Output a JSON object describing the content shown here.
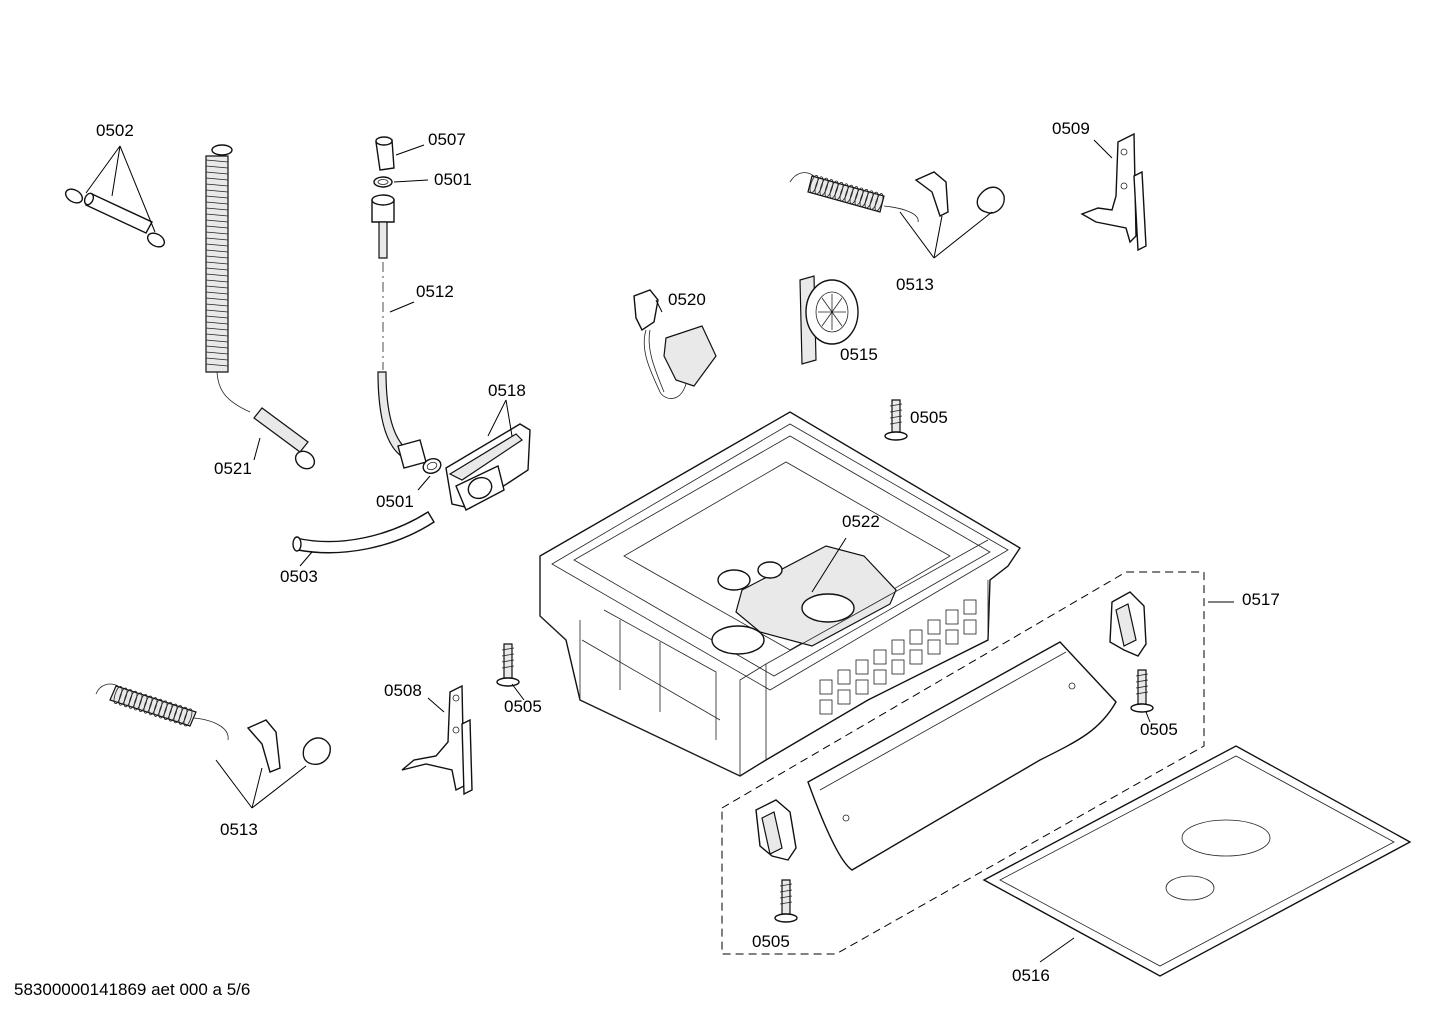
{
  "diagram": {
    "parts": {
      "p0502": "0502",
      "p0507": "0507",
      "p0501a": "0501",
      "p0512": "0512",
      "p0509": "0509",
      "p0513a": "0513",
      "p0520": "0520",
      "p0515": "0515",
      "p0518": "0518",
      "p0521": "0521",
      "p0501b": "0501",
      "p0505a": "0505",
      "p0522": "0522",
      "p0503": "0503",
      "p0517": "0517",
      "p0508": "0508",
      "p0505b": "0505",
      "p0505c": "0505",
      "p0513b": "0513",
      "p0505d": "0505",
      "p0516": "0516"
    },
    "footer": "58300000141869 aet 000 a 5/6"
  }
}
